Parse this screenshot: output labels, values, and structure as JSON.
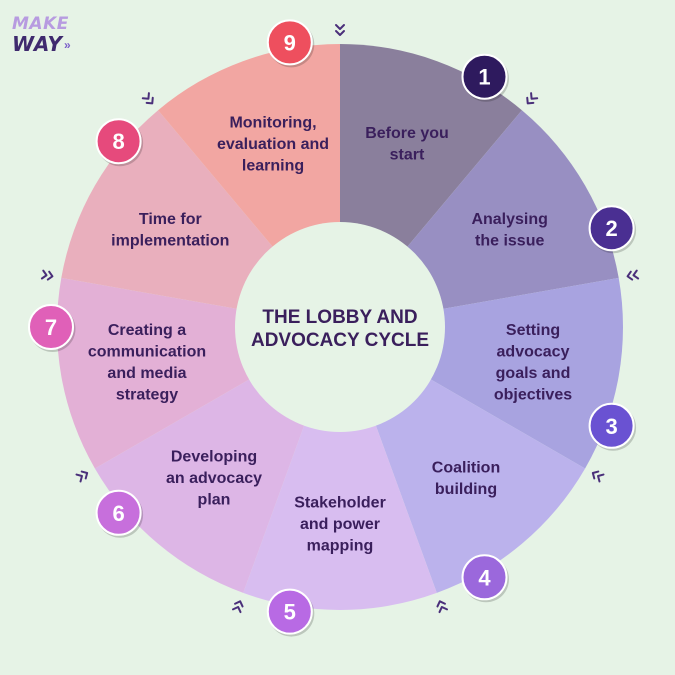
{
  "logo": {
    "line1": "MAKE",
    "line2": "WAY",
    "arrows": "»"
  },
  "center_title": {
    "line1": "THE LOBBY AND",
    "line2": "ADVOCACY CYCLE"
  },
  "steps": [
    {
      "number": "1",
      "lines": [
        "Before you",
        "start"
      ],
      "fill": "#8a7f9c",
      "badge": "#2e1a5e"
    },
    {
      "number": "2",
      "lines": [
        "Analysing",
        "the issue"
      ],
      "fill": "#988fc2",
      "badge": "#4a2f92"
    },
    {
      "number": "3",
      "lines": [
        "Setting",
        "advocacy",
        "goals and",
        "objectives"
      ],
      "fill": "#a8a3e0",
      "badge": "#6a52d2"
    },
    {
      "number": "4",
      "lines": [
        "Coalition",
        "building"
      ],
      "fill": "#bbb2ec",
      "badge": "#9b68dc"
    },
    {
      "number": "5",
      "lines": [
        "Stakeholder",
        "and power",
        "mapping"
      ],
      "fill": "#d8bdf0",
      "badge": "#b86ae4"
    },
    {
      "number": "6",
      "lines": [
        "Developing",
        "an advocacy",
        "plan"
      ],
      "fill": "#ddb6e6",
      "badge": "#c76fdc"
    },
    {
      "number": "7",
      "lines": [
        "Creating a",
        "communication",
        "and media",
        "strategy"
      ],
      "fill": "#e3b0d6",
      "badge": "#e060b8"
    },
    {
      "number": "8",
      "lines": [
        "Time for",
        "implementation"
      ],
      "fill": "#e9afbd",
      "badge": "#e64a7c"
    },
    {
      "number": "9",
      "lines": [
        "Monitoring,",
        "evaluation and",
        "learning"
      ],
      "fill": "#f2a6a2",
      "badge": "#ee4f5e"
    }
  ],
  "colors": {
    "background": "#e6f3e6",
    "text": "#3a1f5c",
    "center_fill": "#e6f3e6",
    "arrow": "#4a2f7a"
  }
}
